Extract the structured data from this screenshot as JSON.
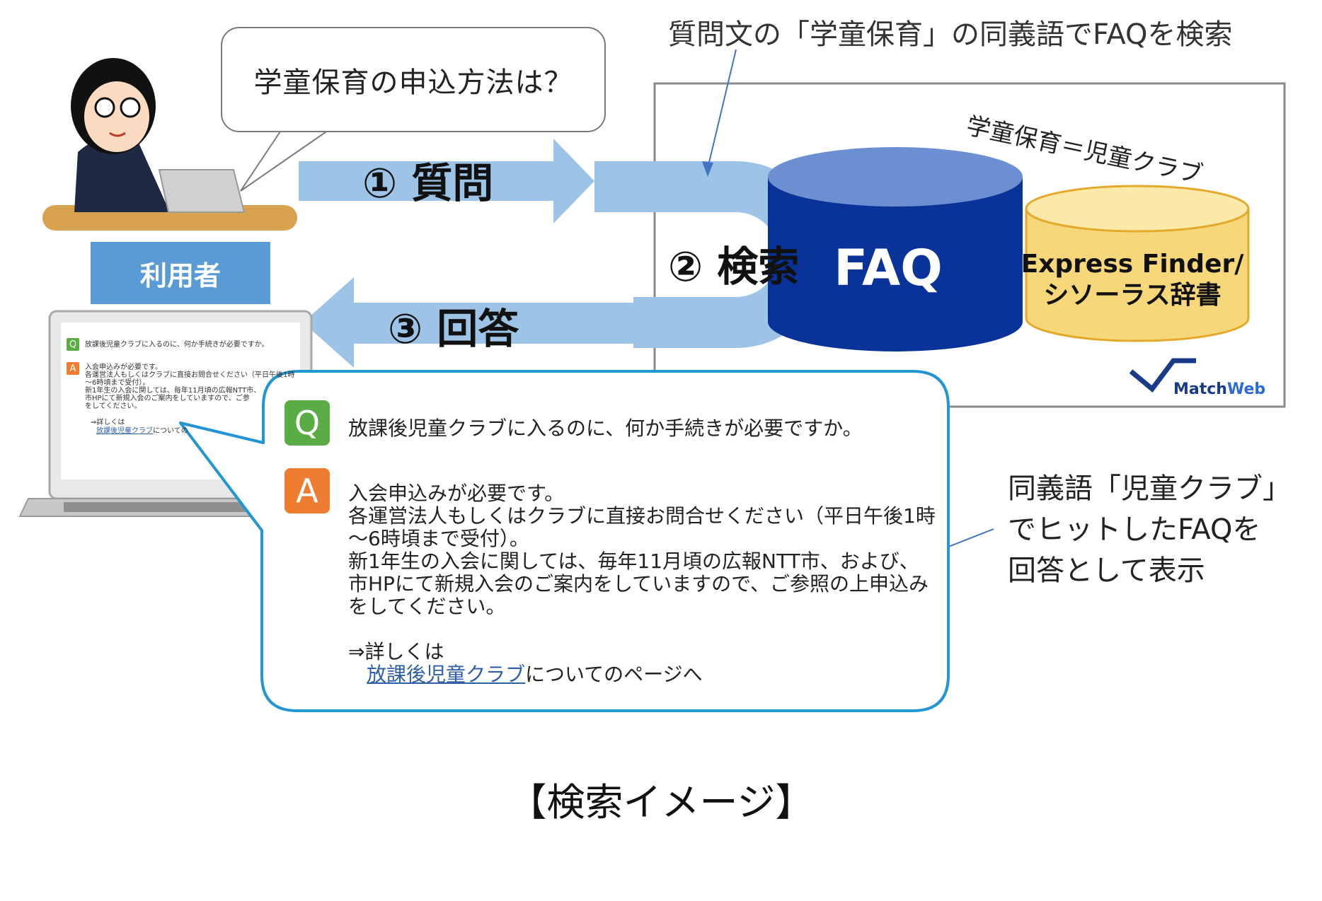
{
  "user": {
    "question": "学童保育の申込方法は？",
    "label": "利用者"
  },
  "steps": {
    "ask": "① 質問",
    "search": "② 検索",
    "answer": "③ 回答"
  },
  "search_note": "質問文の「学童保育」の同義語でFAQを検索",
  "synonym_note": "学童保育＝児童クラブ",
  "databases": {
    "faq": "FAQ",
    "thesaurus_line1": "Express Finder/",
    "thesaurus_line2": "シソーラス辞書"
  },
  "logo": {
    "part1": "Match",
    "part2": "Web"
  },
  "result_note": [
    "同義語「児童クラブ」",
    "でヒットしたFAQを",
    "回答として表示"
  ],
  "faq_entry": {
    "q_badge": "Q",
    "a_badge": "A",
    "question": "放課後児童クラブに入るのに、何か手続きが必要ですか。",
    "answer_lines": [
      "入会申込みが必要です。",
      "各運営法人もしくはクラブに直接お問合せください（平日午後1時",
      "～6時頃まで受付）。",
      "新1年生の入会に関しては、毎年11月頃の広報NTT市、および、",
      "市HPにて新規入会のご案内をしていますので、ご参照の上申込み",
      "をしてください。"
    ],
    "more_prefix": "⇒詳しくは",
    "more_link": "放課後児童クラブ",
    "more_suffix": "についてのページへ"
  },
  "screen": {
    "question": "放課後児童クラブに入るのに、何か手続きが必要ですか。",
    "answer_lines": [
      "入会申込みが必要です。",
      "各運営法人もしくはクラブに直接お問合せください（平日午後1時",
      "～6時頃まで受付）。",
      "新1年生の入会に関しては、毎年11月頃の広報NTT市、",
      "市HPにて新規入会のご案内をしていますので、ご参",
      "をしてください。"
    ],
    "more_prefix": "⇒詳しくは",
    "more_link": "放課後児童クラブ",
    "more_suffix": "についての"
  },
  "caption": "【検索イメージ】",
  "colors": {
    "arrow": "#9dc3e6",
    "faq_cylinder": "#0a3399",
    "faq_top": "#6b8fd0",
    "thesaurus": "#f6d77a",
    "user_label": "#5b9bd5",
    "q_badge": "#5aac44",
    "a_badge": "#ee7d31",
    "bubble_border": "#2196d3"
  }
}
